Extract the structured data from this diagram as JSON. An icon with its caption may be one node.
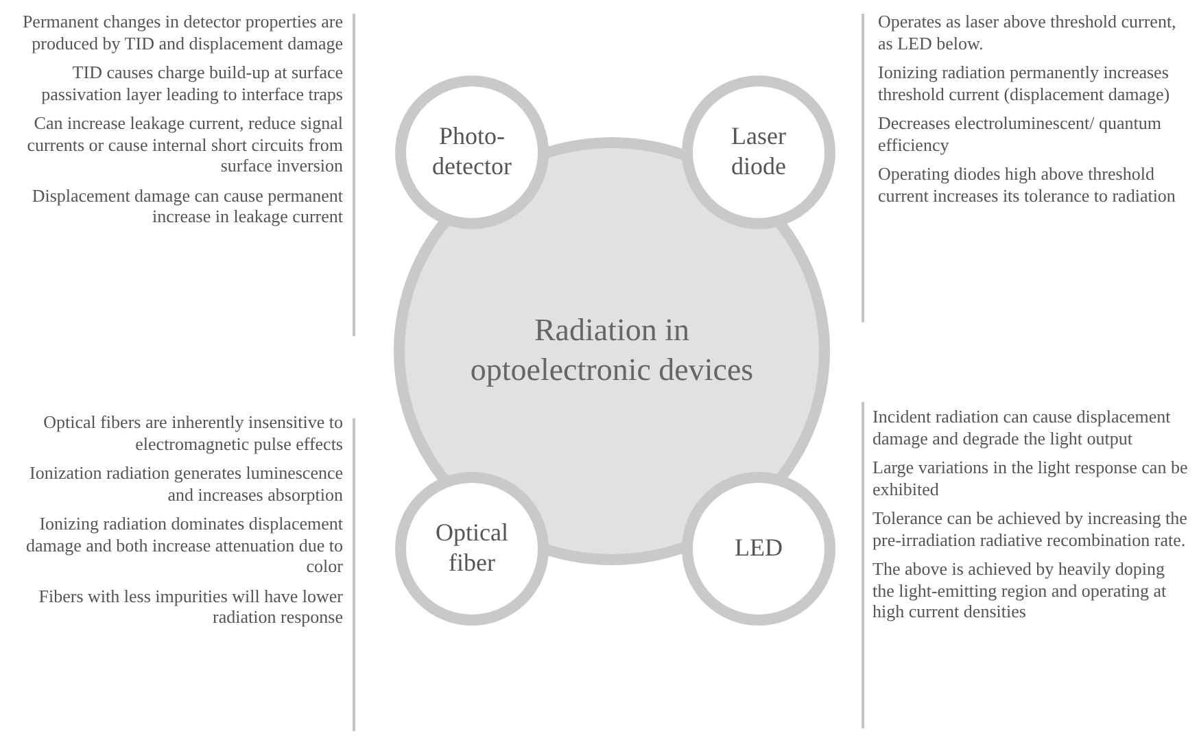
{
  "diagram": {
    "nodes": [
      {
        "text": [
          "Radiation in optoelectronic devices"
        ]
      },
      {
        "text": [
          "Photo- detector"
        ],
        "beside": [
          "Permanent changes in detector properties are produced by TID and displacement damage",
          "TID causes charge build-up at surface passivation layer leading to interface traps",
          "Can increase leakage current, reduce signal currents or cause internal short circuits from surface inversion",
          "Displacement damage can cause permanent increase in leakage current"
        ]
      },
      {
        "text": [
          "Laser diode"
        ],
        "beside": [
          "Operates as laser above threshold current, as LED below.",
          "Ionizing radiation permanently increases threshold current (displacement damage)",
          "Decreases electroluminescent/ quantum efficiency",
          "Operating diodes high above threshold current increases its tolerance to radiation"
        ]
      },
      {
        "text": [
          "Optical fiber"
        ],
        "beside": [
          "Optical fibers are inherently insensitive to electromagnetic pulse effects",
          "Ionization radiation generates luminescence and increases absorption",
          "Ionizing radiation dominates displacement damage and both increase attenuation due to color",
          "Fibers with less impurities will have lower radiation response"
        ]
      },
      {
        "text": [
          "LED"
        ],
        "beside": [
          "Incident radiation can cause displacement damage and degrade the light output",
          "Large variations in the light response can be exhibited",
          "Tolerance can be achieved by increasing the pre-irradiation radiative recombination rate.",
          "The above is achieved by heavily doping the light-emitting region and operating at high current densities"
        ]
      }
    ]
  }
}
